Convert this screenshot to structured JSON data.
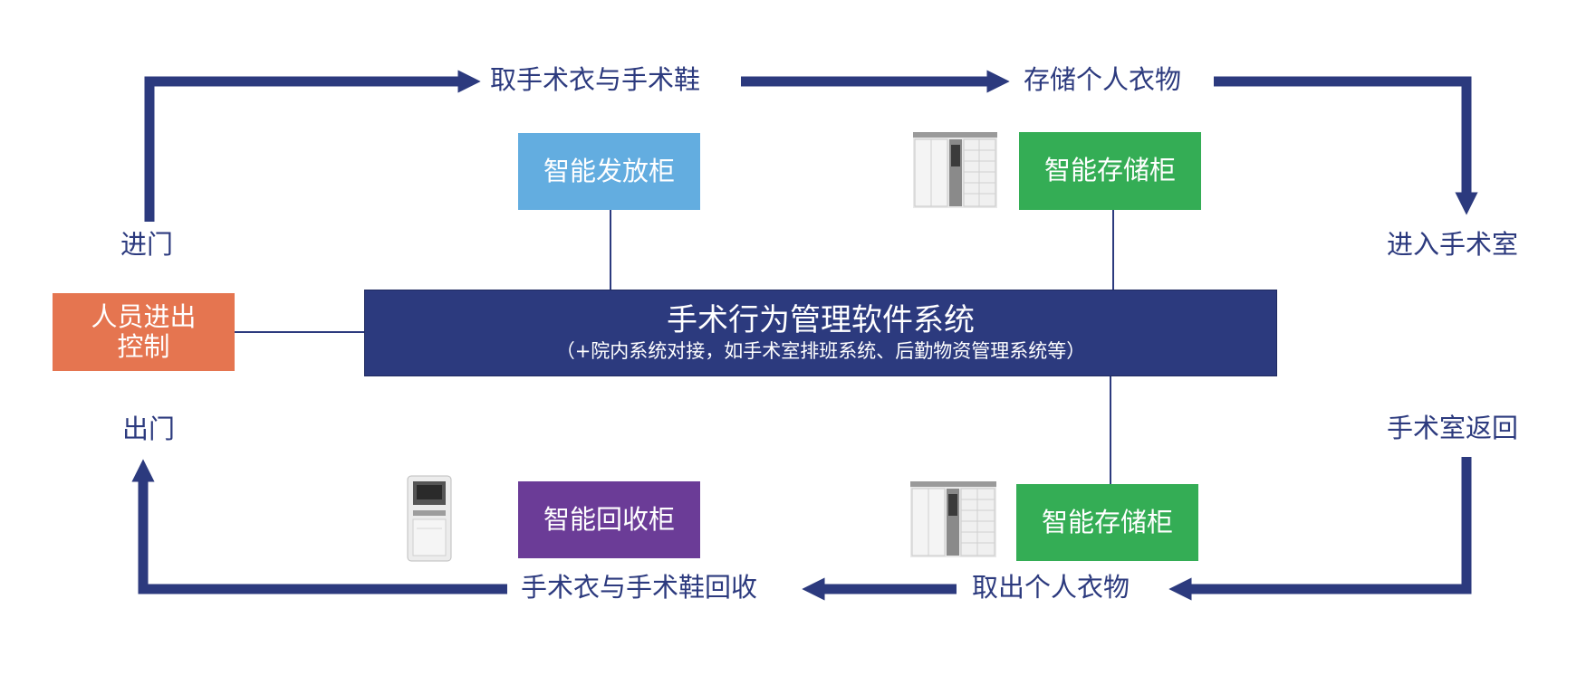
{
  "colors": {
    "flow": "#2c3a7e",
    "dispense": "#63ade0",
    "storage": "#34ad55",
    "recycle": "#6b3c97",
    "access": "#e57550",
    "system": "#2c3a7e",
    "connector": "#2c3a7e"
  },
  "flow_labels": {
    "enter": "进门",
    "take_clothes": "取手术衣与手术鞋",
    "store_personal": "存储个人衣物",
    "enter_or": "进入手术室",
    "return_or": "手术室返回",
    "retrieve_personal": "取出个人衣物",
    "recycle_clothes": "手术衣与手术鞋回收",
    "exit": "出门"
  },
  "devices": {
    "dispense_cabinet": "智能发放柜",
    "storage_cabinet_top": "智能存储柜",
    "storage_cabinet_bottom": "智能存储柜",
    "recycle_cabinet": "智能回收柜",
    "access_control": [
      "人员进出",
      "控制"
    ]
  },
  "system": {
    "title": "手术行为管理软件系统",
    "subtitle": "（+院内系统对接，如手术室排班系统、后勤物资管理系统等）"
  },
  "icons": [
    "storage-locker-icon",
    "storage-locker-icon",
    "recycle-machine-icon"
  ]
}
